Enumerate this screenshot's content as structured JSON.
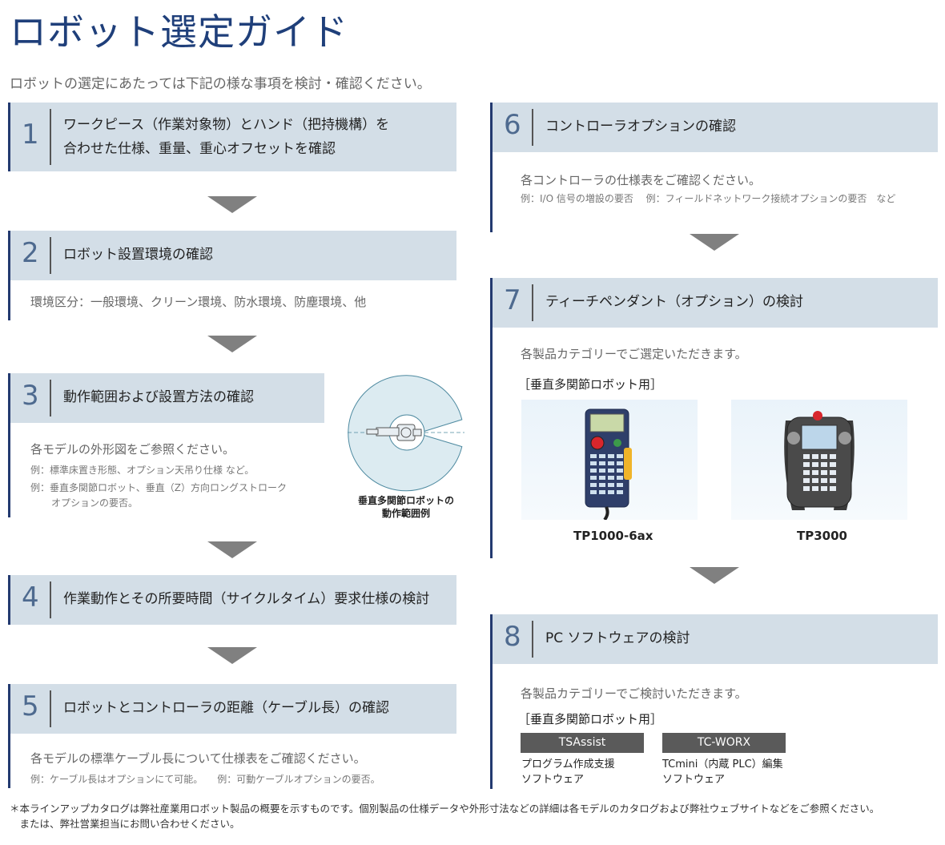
{
  "page": {
    "title": "ロボット選定ガイド",
    "intro": "ロボットの選定にあたっては下記の様な事項を検討・確認ください。"
  },
  "steps": {
    "s1": {
      "number": "1",
      "title_line1": "ワークピース（作業対象物）とハンド（把持機構）を",
      "title_line2": "合わせた仕様、重量、重心オフセットを確認"
    },
    "s2": {
      "number": "2",
      "title": "ロボット設置環境の確認",
      "body": "環境区分：一般環境、クリーン環境、防水環境、防塵環境、他"
    },
    "s3": {
      "number": "3",
      "title": "動作範囲および設置方法の確認",
      "body": "各モデルの外形図をご参照ください。",
      "note1": "例：標準床置き形態、オプション天吊り仕様 など。",
      "note2": "例：垂直多関節ロボット、垂直（Z）方向ロングストローク",
      "note2b": "オプションの要否。",
      "diagram_caption1": "垂直多関節ロボットの",
      "diagram_caption2": "動作範囲例"
    },
    "s4": {
      "number": "4",
      "title": "作業動作とその所要時間（サイクルタイム）要求仕様の検討"
    },
    "s5": {
      "number": "5",
      "title": "ロボットとコントローラの距離（ケーブル長）の確認",
      "body": "各モデルの標準ケーブル長について仕様表をご確認ください。",
      "note": "例：ケーブル長はオプションにて可能。　　例：可動ケーブルオプションの要否。"
    },
    "s6": {
      "number": "6",
      "title": "コントローラオプションの確認",
      "body": "各コントローラの仕様表をご確認ください。",
      "note": "例：I/O 信号の増設の要否　 例：フィールドネットワーク接続オプションの要否　など"
    },
    "s7": {
      "number": "7",
      "title": "ティーチペンダント（オプション）の検討",
      "body": "各製品カテゴリーでご選定いただきます。",
      "category": "［垂直多関節ロボット用］",
      "product1": "TP1000-6ax",
      "product2": "TP3000"
    },
    "s8": {
      "number": "8",
      "title": "PC ソフトウェアの検討",
      "body": "各製品カテゴリーでご検討いただきます。",
      "category": "［垂直多関節ロボット用］",
      "sw1_name": "TSAssist",
      "sw1_desc1": "プログラム作成支援",
      "sw1_desc2": "ソフトウェア",
      "sw2_name": "TC-WORX",
      "sw2_desc1": "TCmini（内蔵 PLC）編集",
      "sw2_desc2": "ソフトウェア"
    }
  },
  "footnote": {
    "line1": "＊本ラインアップカタログは弊社産業用ロボット製品の概要を示すものです。個別製品の仕様データや外形寸法などの詳細は各モデルのカタログおよび弊社ウェブサイトなどをご参照ください。",
    "line2": "　または、弊社営業担当にお問い合わせください。"
  },
  "colors": {
    "title": "#1f3f7a",
    "header_bg": "#d3dee7",
    "accent_bar": "#233a70",
    "arrow": "#808080",
    "badge": "#5a5a5a"
  }
}
